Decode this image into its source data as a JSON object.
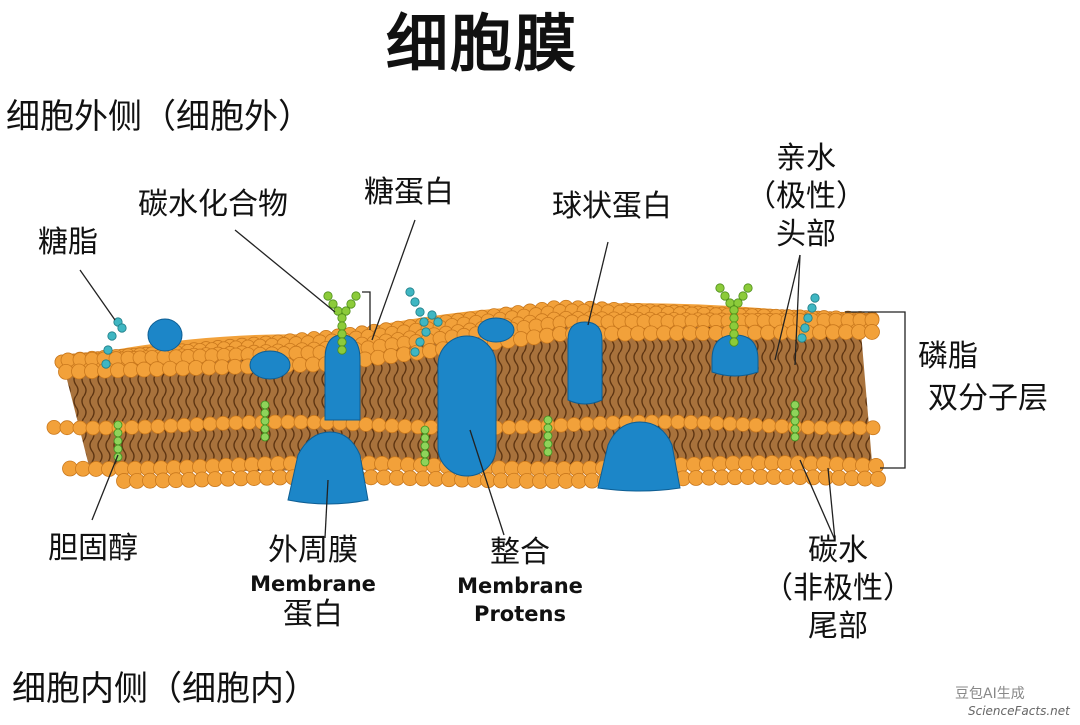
{
  "title": "细胞膜",
  "outside_label": "细胞外侧（细胞外）",
  "inside_label": "细胞内侧（细胞内）",
  "labels": {
    "glycolipid": "糖脂",
    "carbohydrate": "碳水化合物",
    "glycoprotein": "糖蛋白",
    "globular_protein": "球状蛋白",
    "hydrophilic_1": "亲水",
    "hydrophilic_2": "（极性）",
    "hydrophilic_3": "头部",
    "bilayer_1": "磷脂",
    "bilayer_2": "双分子层",
    "cholesterol": "胆固醇",
    "peripheral_1": "外周膜",
    "peripheral_en": "Membrane",
    "peripheral_2": "蛋白",
    "integral_1": "整合",
    "integral_en1": "Membrane",
    "integral_en2": "Protens",
    "hydrophobic_1": "碳水",
    "hydrophobic_2": "（非极性）",
    "hydrophobic_3": "尾部"
  },
  "watermark": "豆包AI生成",
  "credit": "ScienceFacts.net",
  "colors": {
    "head": "#F2A13A",
    "head_stroke": "#C9781D",
    "tail": "#7A4A1E",
    "tail_bg": "#A8723C",
    "protein": "#1C86C8",
    "protein_stroke": "#0E5E93",
    "sugar_green": "#8CCB3A",
    "sugar_teal": "#3FB6C2",
    "cholesterol": "#8FD35A"
  }
}
